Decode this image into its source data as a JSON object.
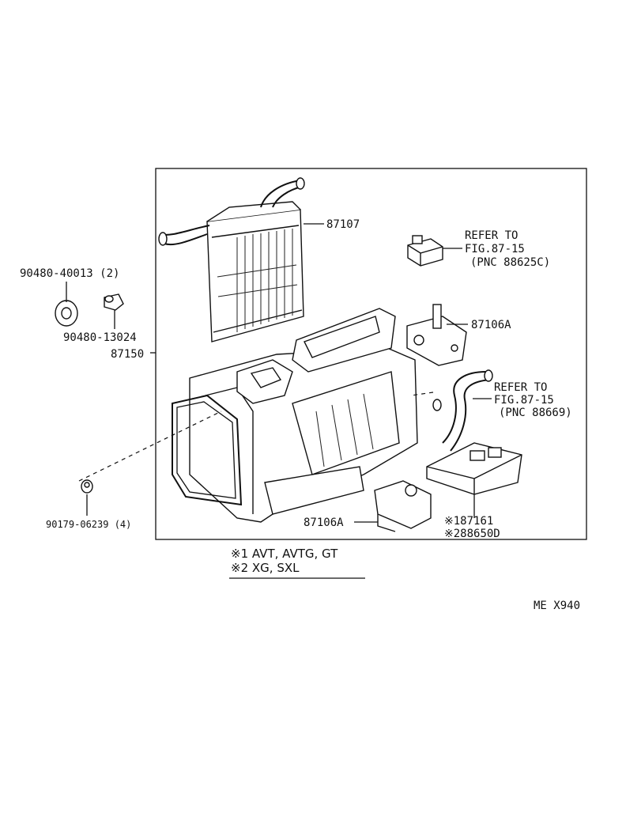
{
  "labels": {
    "heater_core": "87107",
    "refer_1_line1": "REFER TO",
    "refer_1_line2": "FIG.87-15",
    "refer_1_line3": "(PNC 88625C)",
    "grommet_a": "90480-40013 (2)",
    "grommet_b": "90480-13024",
    "unit_assy": "87150",
    "servo_top": "87106A",
    "refer_2_line1": "REFER TO",
    "refer_2_line2": "FIG.87-15",
    "refer_2_line3": "(PNC 88669)",
    "screw": "90179-06239 (4)",
    "servo_bottom": "87106A",
    "amp_1": "※187161",
    "amp_2": "※288650D"
  },
  "notes": {
    "note_1": "※1 AVT, AVTG, GT",
    "note_2": "※2 XG, SXL"
  },
  "footer": {
    "code": "ME X940"
  }
}
